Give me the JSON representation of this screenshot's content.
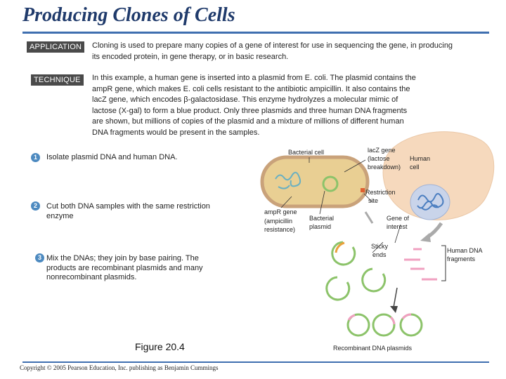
{
  "title": "Producing Clones of Cells",
  "application": {
    "label": "APPLICATION",
    "text": "Cloning is used to prepare many copies of a gene of interest for use in sequencing the gene, in producing its encoded protein, in gene therapy, or in basic research."
  },
  "technique": {
    "label": "TECHNIQUE",
    "lines": [
      "In this example, a human gene is inserted into a plasmid from E. coli. The plasmid contains the",
      "ampR gene, which makes E. coli cells resistant to the antibiotic ampicillin. It also contains the",
      "lacZ gene, which encodes β-galactosidase. This enzyme hydrolyzes a molecular mimic of",
      "lactose (X-gal) to form a blue product. Only three plasmids and three human DNA fragments",
      "are shown, but millions of copies of the plasmid and a mixture of millions of different human",
      "DNA fragments would be present in the samples."
    ]
  },
  "steps": [
    {
      "num": "1",
      "text": "Isolate plasmid DNA and human DNA."
    },
    {
      "num": "2",
      "text": "Cut both DNA samples with the same restriction enzyme"
    },
    {
      "num": "3",
      "text": "Mix the DNAs; they join by base pairing. The products are recombinant plasmids and many nonrecombinant plasmids."
    }
  ],
  "labels": {
    "bacterial_cell": "Bacterial cell",
    "lacz_gene": "lacZ gene",
    "lacz_note": "(lactose",
    "lacz_note2": "breakdown)",
    "human_cell_1": "Human",
    "human_cell_2": "cell",
    "restriction_site_1": "Restriction",
    "restriction_site_2": "site",
    "ampr_gene_1": "ampR gene",
    "ampr_gene_2": "(ampicillin",
    "ampr_gene_3": "resistance)",
    "bacterial_plasmid_1": "Bacterial",
    "bacterial_plasmid_2": "plasmid",
    "gene_of_interest_1": "Gene of",
    "gene_of_interest_2": "interest",
    "sticky_ends_1": "Sticky",
    "sticky_ends_2": "ends",
    "human_dna_1": "Human DNA",
    "human_dna_2": "fragments",
    "recombinant": "Recombinant DNA plasmids"
  },
  "figure_caption": "Figure 20.4",
  "copyright": "Copyright © 2005 Pearson Education, Inc. publishing as Benjamin Cummings",
  "colors": {
    "title": "#1f3a6b",
    "rule": "#3f6fb0",
    "step_badge": "#4d8ac0",
    "bacterial_membrane": "#c9a27a",
    "cytoplasm": "#e9cf93",
    "human_cell": "#f6d9bd",
    "nucleus": "#c9d4ea",
    "plasmid_green": "#8cc36a",
    "plasmid_orange": "#e9a13c",
    "human_dna_pink": "#f0a0c0",
    "human_chromatin_blue": "#4b7ec0"
  }
}
